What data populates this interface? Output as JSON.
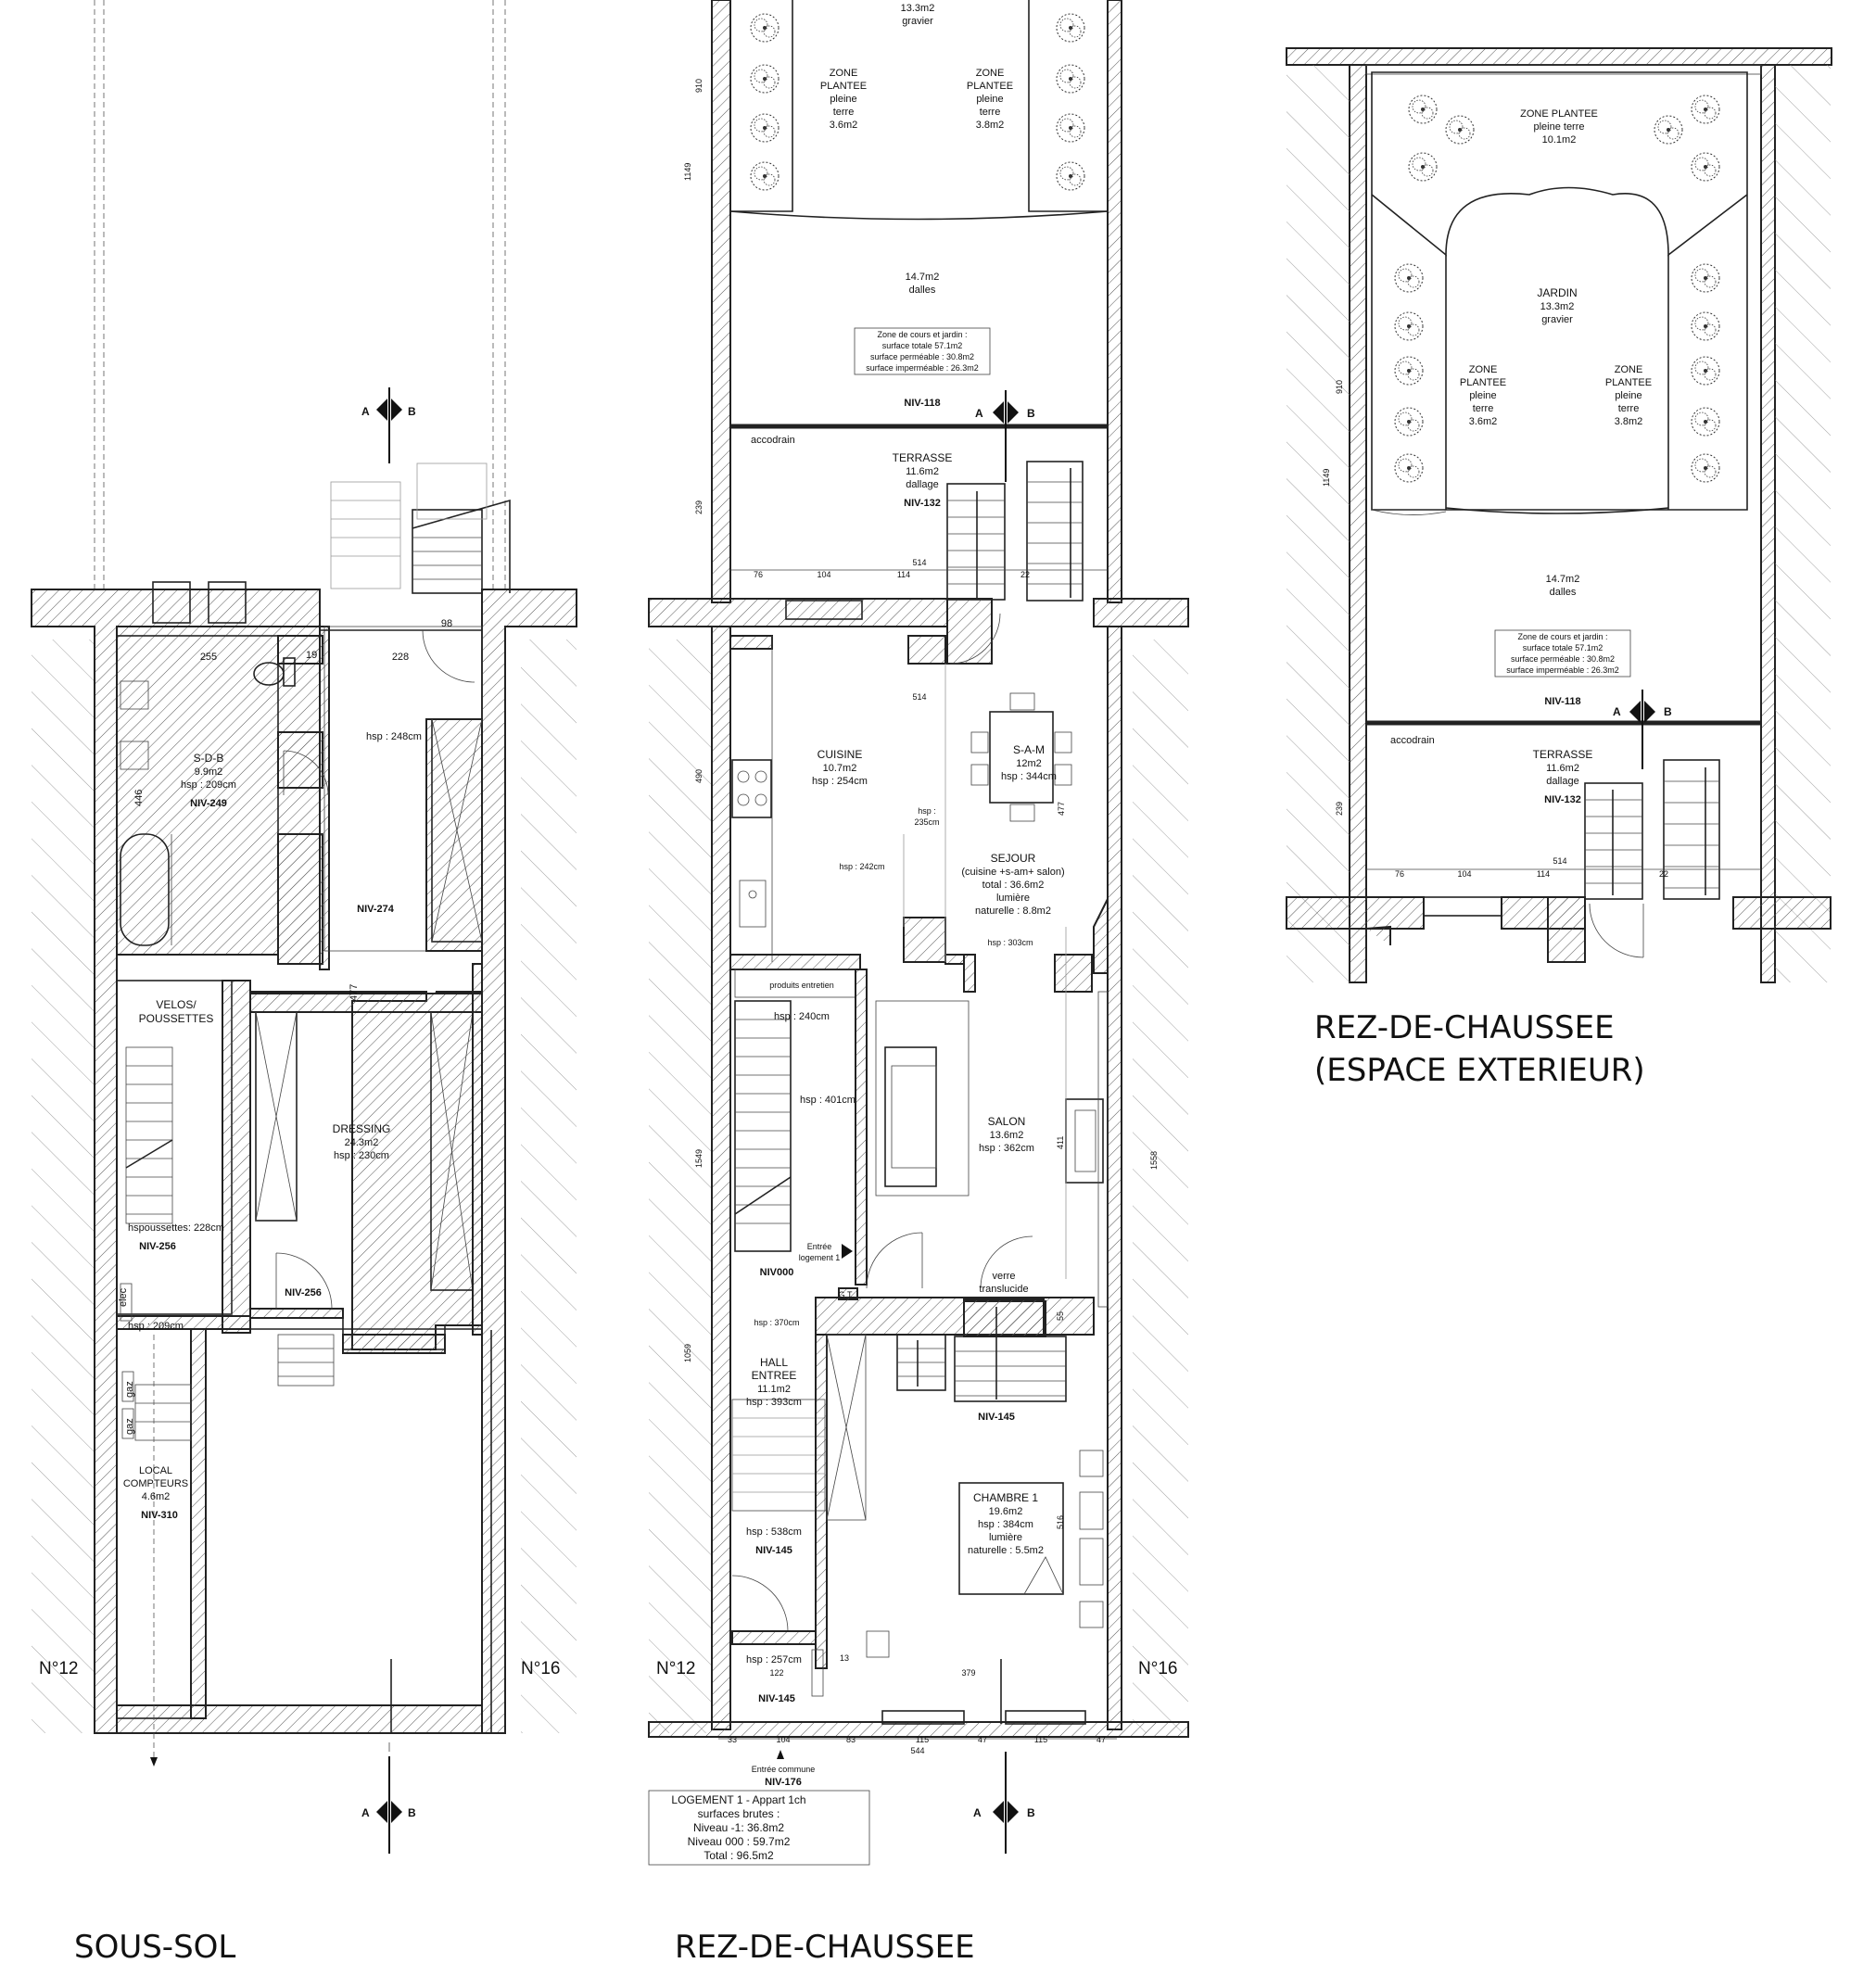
{
  "titles": {
    "basement": "SOUS-SOL",
    "ground": "REZ-DE-CHAUSSEE",
    "outdoor_line1": "REZ-DE-CHAUSSEE",
    "outdoor_line2": "(ESPACE EXTERIEUR)"
  },
  "neighbours": {
    "left": "N°12",
    "right": "N°16"
  },
  "section": {
    "a": "A",
    "b": "B"
  },
  "basement": {
    "sdb": {
      "name": "S-D-B",
      "area": "9.9m2",
      "hsp": "hsp : 209cm",
      "niv": "NIV-249"
    },
    "velos": {
      "line1": "VELOS/",
      "line2": "POUSSETTES",
      "hsp": "hspoussettes: 228cm",
      "niv": "NIV-256"
    },
    "dressing": {
      "name": "DRESSING",
      "area": "24.3m2",
      "hsp": "hsp : 230cm",
      "niv": "NIV-256"
    },
    "corridor": {
      "hsp": "hsp : 248cm",
      "niv": "NIV-274"
    },
    "compteurs": {
      "line1": "LOCAL",
      "line2": "COMPTEURS",
      "area": "4.6m2",
      "niv": "NIV-310"
    },
    "small_hsp": "hsp : 209cm",
    "labels": {
      "elec": "elec",
      "gaz1": "gaz",
      "gaz2": "gaz"
    },
    "dims": {
      "d255": "255",
      "d228": "228",
      "d98": "98",
      "d446": "446",
      "d477": "477",
      "d19": "19"
    }
  },
  "ground": {
    "garden_top": "13.3m2",
    "garden_top2": "gravier",
    "zone_left": {
      "line1": "ZONE",
      "line2": "PLANTEE",
      "line3": "pleine",
      "line4": "terre",
      "area": "3.6m2"
    },
    "zone_right": {
      "line1": "ZONE",
      "line2": "PLANTEE",
      "line3": "pleine",
      "line4": "terre",
      "area": "3.8m2"
    },
    "dalles": {
      "area": "14.7m2",
      "name": "dalles"
    },
    "surface_box": {
      "line1": "Zone de cours et jardin :",
      "line2": "surface totale 57.1m2",
      "line3": "surface perméable : 30.8m2",
      "line4": "surface imperméable : 26.3m2"
    },
    "niv118": "NIV-118",
    "accodrain": "accodrain",
    "terrasse": {
      "name": "TERRASSE",
      "area": "11.6m2",
      "sub": "dallage",
      "niv": "NIV-132"
    },
    "cuisine": {
      "name": "CUISINE",
      "area": "10.7m2",
      "hsp": "hsp : 254cm"
    },
    "sam": {
      "name": "S-A-M",
      "area": "12m2",
      "hsp": "hsp : 344cm"
    },
    "hsp235": "hsp :",
    "hsp235b": "235cm",
    "hsp242": "hsp : 242cm",
    "sejour": {
      "name": "SEJOUR",
      "sub": "(cuisine +s-am+ salon)",
      "total": "total : 36.6m2",
      "light1": "lumière",
      "light2": "naturelle : 8.8m2"
    },
    "produits": "produits entretien",
    "hsp303": "hsp : 303cm",
    "hsp240": "hsp : 240cm",
    "hsp401": "hsp : 401cm",
    "salon": {
      "name": "SALON",
      "area": "13.6m2",
      "hsp": "hsp : 362cm"
    },
    "entree_log1": "Entrée",
    "entree_log2": "logement 1",
    "niv000": "NIV000",
    "gt": "G.T",
    "verre1": "verre",
    "verre2": "translucide",
    "hsp370": "hsp : 370cm",
    "hall": {
      "line1": "HALL",
      "line2": "ENTREE",
      "area": "11.1m2",
      "hsp": "hsp : 393cm"
    },
    "niv145a": "NIV-145",
    "chambre": {
      "name": "CHAMBRE 1",
      "area": "19.6m2",
      "hsp": "hsp : 384cm",
      "light1": "lumière",
      "light2": "naturelle : 5.5m2"
    },
    "hsp538": "hsp : 538cm",
    "niv145b": "NIV-145",
    "hsp257": "hsp : 257cm",
    "niv145c": "NIV-145",
    "entree_commune": "Entrée commune",
    "niv176": "NIV-176",
    "logement_box": {
      "line1": "LOGEMENT 1 - Appart 1ch",
      "line2": "surfaces brutes :",
      "line3": "Niveau -1: 36.8m2",
      "line4": "Niveau 000 : 59.7m2",
      "line5": "Total : 96.5m2"
    },
    "dims": {
      "d910": "910",
      "d1149": "1149",
      "d239": "239",
      "d490": "490",
      "d1549": "1549",
      "d1059": "1059",
      "d1558": "1558",
      "d514a": "514",
      "d514b": "514",
      "d76": "76",
      "d104a": "104",
      "d114": "114",
      "d22": "22",
      "d477": "477",
      "d411": "411",
      "d516": "516",
      "d55": "55",
      "d122": "122",
      "d13": "13",
      "d379": "379",
      "d33": "33",
      "d104b": "104",
      "d83": "83",
      "d115a": "115",
      "d47a": "47",
      "d115b": "115",
      "d47b": "47",
      "d544": "544"
    }
  },
  "outdoor": {
    "zone_top": {
      "line1": "ZONE PLANTEE",
      "line2": "pleine terre",
      "area": "10.1m2"
    },
    "jardin": {
      "name": "JARDIN",
      "area": "13.3m2",
      "sub": "gravier"
    },
    "zone_left": {
      "line1": "ZONE",
      "line2": "PLANTEE",
      "line3": "pleine",
      "line4": "terre",
      "area": "3.6m2"
    },
    "zone_right": {
      "line1": "ZONE",
      "line2": "PLANTEE",
      "line3": "pleine",
      "line4": "terre",
      "area": "3.8m2"
    },
    "dalles": {
      "area": "14.7m2",
      "name": "dalles"
    },
    "surface_box": {
      "line1": "Zone de cours et jardin :",
      "line2": "surface totale 57.1m2",
      "line3": "surface perméable : 30.8m2",
      "line4": "surface imperméable : 26.3m2"
    },
    "niv118": "NIV-118",
    "accodrain": "accodrain",
    "terrasse": {
      "name": "TERRASSE",
      "area": "11.6m2",
      "sub": "dallage",
      "niv": "NIV-132"
    },
    "dims": {
      "d910": "910",
      "d1149": "1149",
      "d239": "239",
      "d514": "514",
      "d76": "76",
      "d104": "104",
      "d114": "114",
      "d22": "22"
    }
  }
}
